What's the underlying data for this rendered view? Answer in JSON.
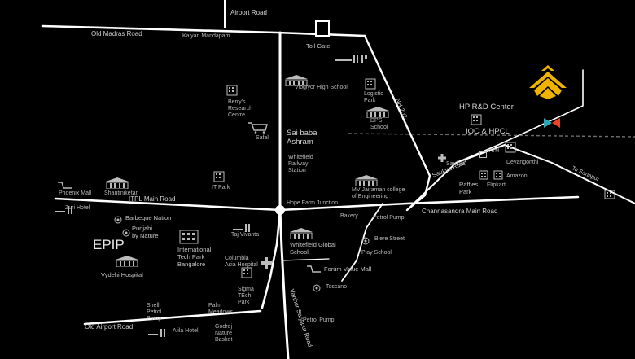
{
  "roads": {
    "airport": "Airport Road",
    "old_madras": "Old Madras Road",
    "itpl": "ITPL Main Road",
    "channasandra": "Channasandra Main Road",
    "old_airport": "Old Airport Road",
    "varthur": "Varthur Sarjapur Road",
    "nh207": "NH 207",
    "saukya_road": "Saukya Road",
    "to_sarjapur": "To Sarjapur"
  },
  "places": {
    "kalyan_mandapam": "Kalyan Mandapam",
    "toll_gate": "Toll Gate",
    "vibgiyor": "Vibgiyor High School",
    "logistic_park": "Logistic\nPark",
    "dps": "DPS\nSchool",
    "berrys": "Berry's\nResearch\nCentre",
    "safal": "Safal",
    "sai_baba": "Sai baba\nAshram",
    "whitefield_station": "Whitefield\nRailway\nStation",
    "hp_rnd": "HP R&D Center",
    "ioc_hpcl": "IOC & HPCL",
    "atm": "ATM",
    "saukya": "Saukya",
    "devangonthi": "Devangonthi",
    "raffles": "Raffles\nPark",
    "amazon": "Amazon",
    "flipkart": "Flipkart",
    "phoenix": "Phoenix Mall",
    "shantiniketan": "Shantiniketan",
    "it_park": "IT Park",
    "mv_jayaraman": "MV Jairaman college\nof Engineering",
    "hope_farm": "Hope Farm Junction",
    "zuri": "Zuri Hotel",
    "barbeque": "Barbeque Nation",
    "punjabi": "Punjabi\nby Nature",
    "epip": "EPIP",
    "itpb": "International\nTech Park\nBangalore",
    "taj": "Taj Vivanta",
    "vydehi": "Vydehi Hospital",
    "columbia": "Columbia\nAsia Hospital",
    "bakery": "Bakery",
    "petrol_pump_1": "Petrol Pump",
    "whitefield_global": "Whitefield Global\nSchool",
    "biere": "Biere Street",
    "play_school": "Play School",
    "forum": "Forum Value Mall",
    "toscano": "Toscano",
    "sigma": "Sigma\nTEch\nPark",
    "shell": "Shell\nPetrol\nPump",
    "palm": "Palm\nMeadows",
    "alila": "Alila Hotel",
    "godrej": "Godrej\nNature\nBasket",
    "petrol_pump_2": "Petrol Pump"
  },
  "colors": {
    "background": "#000000",
    "road": "#ffffff",
    "minor_road": "#e0e0e0",
    "railway": "#6e6e6e",
    "label": "#b9b9b9",
    "logo": "#f0b400",
    "marker_left": "#2aa7b8",
    "marker_right": "#e8452c"
  }
}
